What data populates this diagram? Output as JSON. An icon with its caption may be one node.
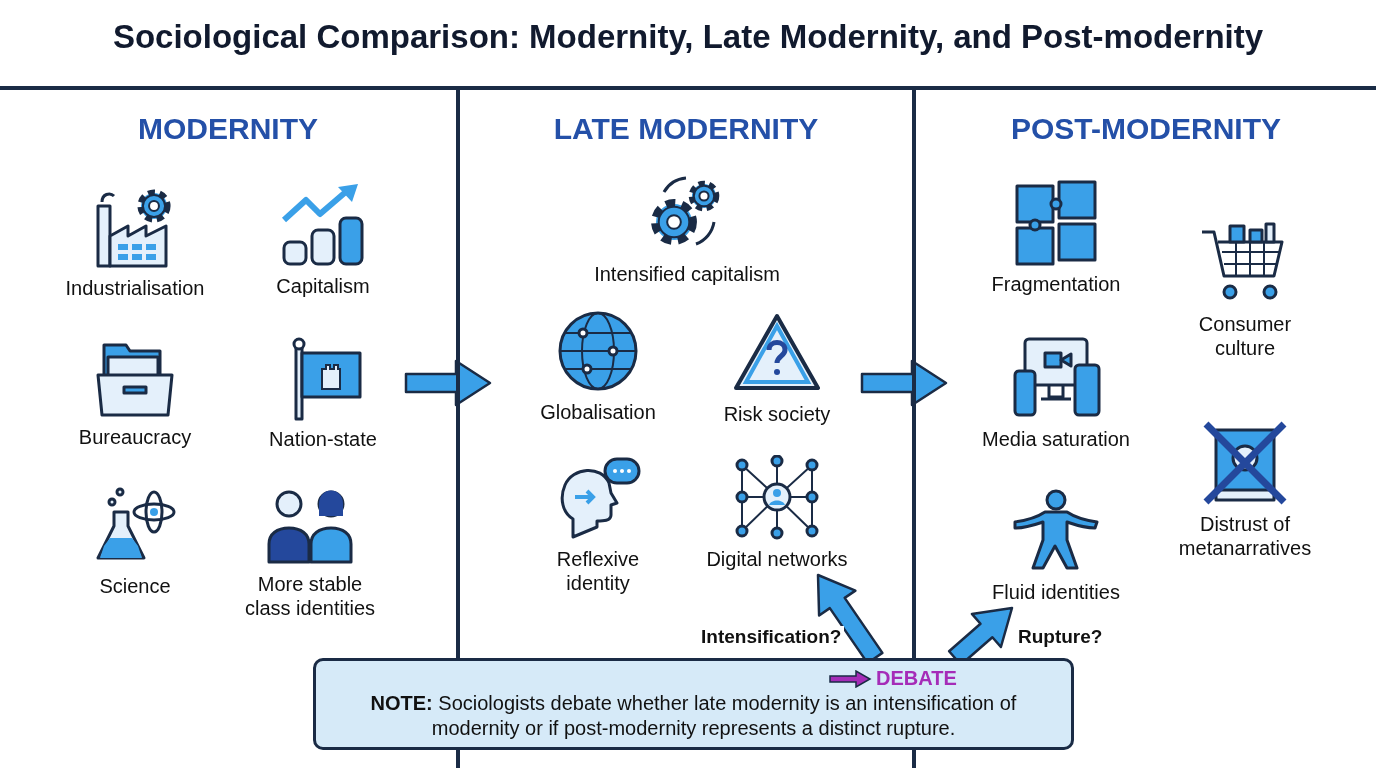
{
  "diagram": {
    "title": "Sociological Comparison: Modernity, Late Modernity, and Post-modernity",
    "nodes": [
      {
        "text": [
          "MODERNITY"
        ]
      },
      {
        "text": [
          "Industrialisation"
        ],
        "in": 0
      },
      {
        "text": [
          "Capitalism"
        ],
        "in": 0
      },
      {
        "text": [
          "Bureaucracy"
        ],
        "in": 0
      },
      {
        "text": [
          "Nation-state"
        ],
        "in": 0
      },
      {
        "text": [
          "Science"
        ],
        "in": 0
      },
      {
        "text": [
          "More stable class identities"
        ],
        "in": 0
      },
      {
        "text": [
          "LATE MODERNITY"
        ]
      },
      {
        "text": [
          "Intensified capitalism"
        ],
        "in": 7
      },
      {
        "text": [
          "Globalisation"
        ],
        "in": 7
      },
      {
        "text": [
          "Risk society"
        ],
        "in": 7
      },
      {
        "text": [
          "Reflexive identity"
        ],
        "in": 7
      },
      {
        "text": [
          "Digital networks"
        ],
        "in": 7
      },
      {
        "text": [
          "POST-MODERNITY"
        ]
      },
      {
        "text": [
          "Fragmentation"
        ],
        "in": 13
      },
      {
        "text": [
          "Consumer culture"
        ],
        "in": 13
      },
      {
        "text": [
          "Media saturation"
        ],
        "in": 13
      },
      {
        "text": [
          "Distrust of metanarratives"
        ],
        "in": 13
      },
      {
        "text": [
          "Fluid identities"
        ],
        "in": 13
      },
      {
        "text": [
          "DEBATE",
          "**NOTE:** Sociologists debate whether late modernity is an intensification of modernity or if post-modernity represents a distinct rupture."
        ]
      }
    ],
    "edges": [
      {
        "from": 0,
        "to": 7,
        "arrow": "to"
      },
      {
        "from": 7,
        "to": 13,
        "arrow": "to"
      },
      {
        "from": 19,
        "to": 12,
        "arrow": "to",
        "label": "Intensification?"
      },
      {
        "from": 19,
        "to": 18,
        "arrow": "to",
        "label": "Rupture?"
      }
    ]
  }
}
